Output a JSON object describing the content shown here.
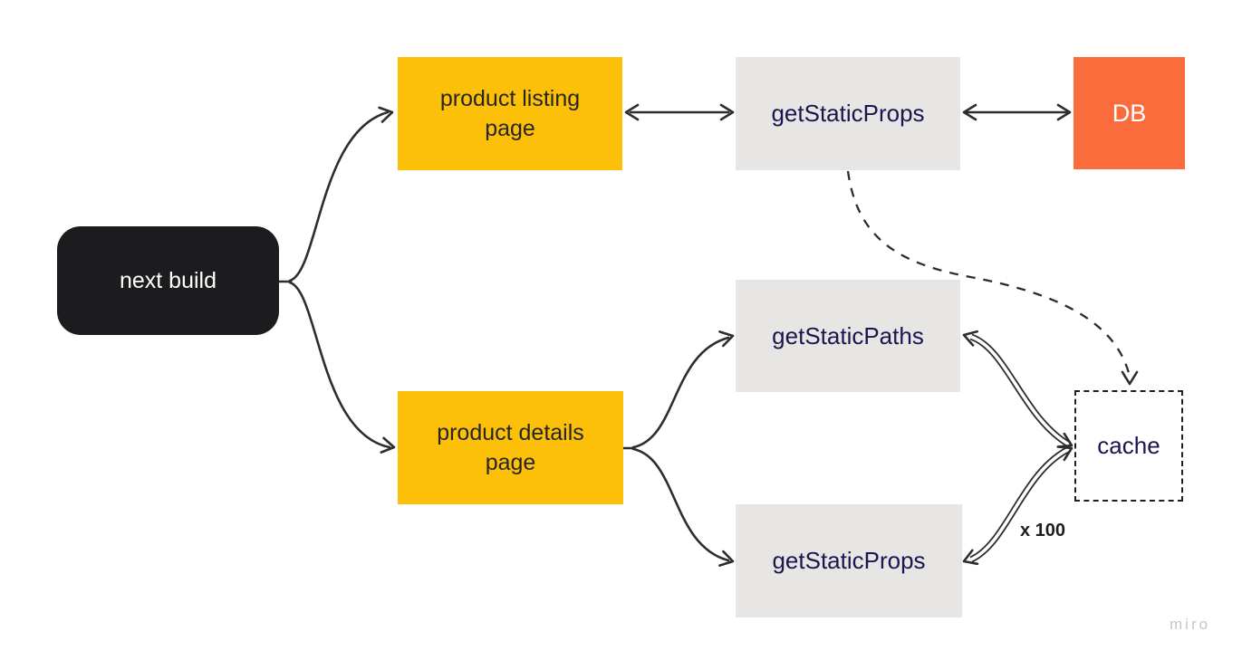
{
  "app": {
    "watermark": "miro"
  },
  "diagram": {
    "nodes": {
      "next_build": {
        "label": "next build"
      },
      "product_listing_page": {
        "label": "product listing page"
      },
      "get_static_props_listing": {
        "label": "getStaticProps"
      },
      "db": {
        "label": "DB"
      },
      "get_static_paths": {
        "label": "getStaticPaths"
      },
      "product_details_page": {
        "label": "product details page"
      },
      "get_static_props_details": {
        "label": "getStaticProps"
      },
      "cache": {
        "label": "cache"
      }
    },
    "annotations": {
      "multiplier_label": "x 100"
    },
    "colors": {
      "yellow_node": "#fcc008",
      "gray_node": "#e7e6e4",
      "orange_node": "#fb6c3d",
      "black_node": "#1c1c1e",
      "node_text_navy": "#1a164f",
      "connector_line": "#2d2d2d",
      "watermark_text": "#c3c6cc"
    }
  }
}
